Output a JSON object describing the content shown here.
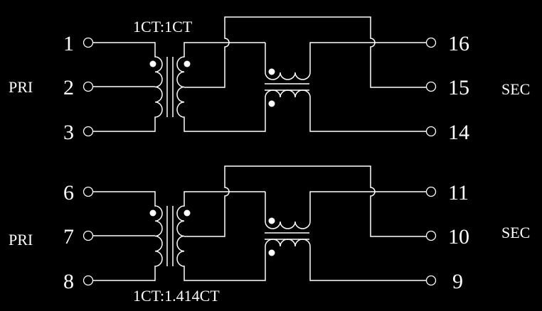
{
  "channels": [
    {
      "ratio_label": "1CT:1CT",
      "primary_label": "PRI",
      "secondary_label": "SEC",
      "primary_pins": [
        "1",
        "2",
        "3"
      ],
      "secondary_pins": [
        "16",
        "15",
        "14"
      ]
    },
    {
      "ratio_label": "1CT:1.414CT",
      "primary_label": "PRI",
      "secondary_label": "SEC",
      "primary_pins": [
        "6",
        "7",
        "8"
      ],
      "secondary_pins": [
        "11",
        "10",
        "9"
      ]
    }
  ],
  "colors": {
    "background": "#000000",
    "line": "#ffffff"
  }
}
